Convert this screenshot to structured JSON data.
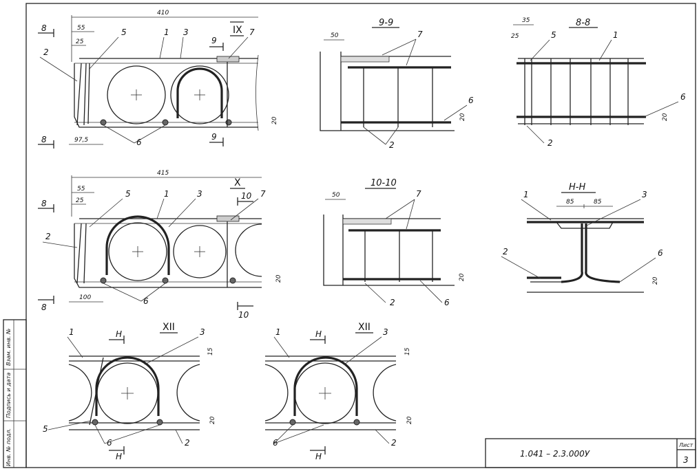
{
  "frame": {
    "stamp_cells": [
      "Инв. № подл.",
      "Подпись и дата",
      "Взам. инв. №"
    ],
    "drawing_code": "1.041 – 2.3.000У",
    "sheet_label": "Лист",
    "sheet_number": "3"
  },
  "section_titles": {
    "IX": "IX",
    "X": "X",
    "XII_left": "XII",
    "XII_right": "XII",
    "s99": "9-9",
    "s1010": "10-10",
    "s88": "8-8",
    "sHH": "Н-Н"
  },
  "cut_labels": {
    "8": "8",
    "9": "9",
    "10": "10",
    "H": "Н"
  },
  "dimensions": {
    "d410": "410",
    "d55": "55",
    "d25": "25",
    "d975": "97,5",
    "d20": "20",
    "d415": "415",
    "d100": "100",
    "d50": "50",
    "d35": "35",
    "d85": "85",
    "d15": "15"
  },
  "callouts": {
    "c1": "1",
    "c2": "2",
    "c3": "3",
    "c5": "5",
    "c6": "6",
    "c7": "7"
  }
}
